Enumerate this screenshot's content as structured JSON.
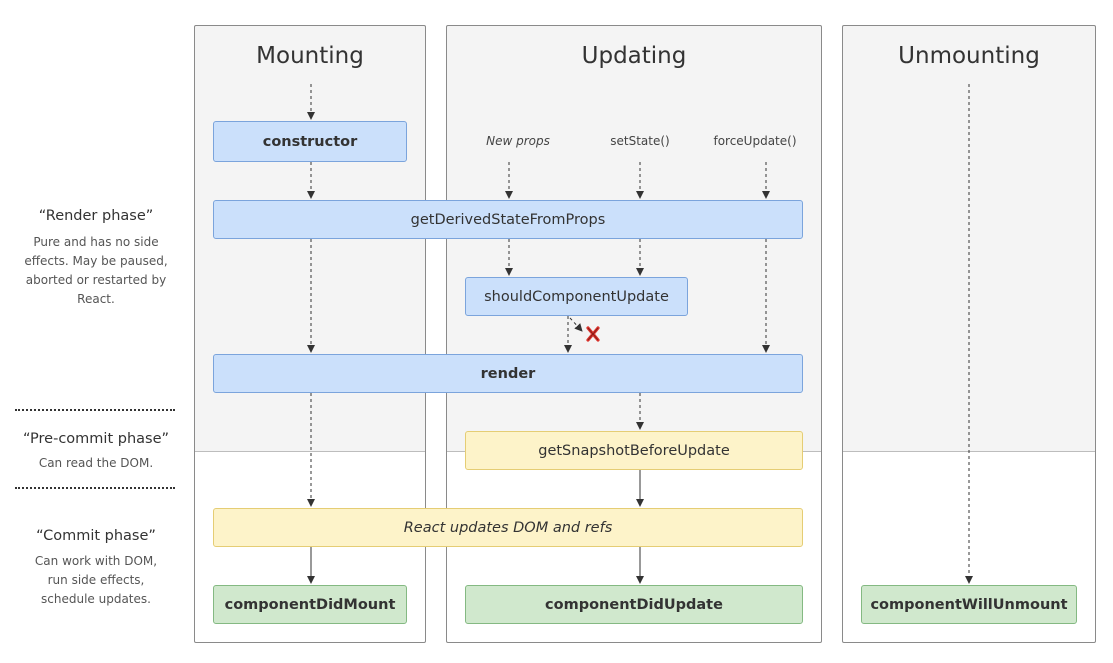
{
  "columns": {
    "mounting": "Mounting",
    "updating": "Updating",
    "unmounting": "Unmounting"
  },
  "phases": {
    "render": {
      "title": "“Render phase”",
      "lines": [
        "Pure and has no side",
        "effects. May be paused,",
        "aborted or restarted by",
        "React."
      ]
    },
    "precommit": {
      "title": "“Pre-commit phase”",
      "lines": [
        "Can read the DOM."
      ]
    },
    "commit": {
      "title": "“Commit phase”",
      "lines": [
        "Can work with DOM,",
        "run side effects,",
        "schedule updates."
      ]
    }
  },
  "triggers": {
    "new_props": "New props",
    "set_state": "setState()",
    "force_update": "forceUpdate()"
  },
  "methods": {
    "constructor": "constructor",
    "get_derived_state": "getDerivedStateFromProps",
    "should_component_update": "shouldComponentUpdate",
    "render": "render",
    "get_snapshot": "getSnapshotBeforeUpdate",
    "react_updates": "React updates DOM and refs",
    "component_did_mount": "componentDidMount",
    "component_did_update": "componentDidUpdate",
    "component_will_unmount": "componentWillUnmount"
  },
  "colors": {
    "blue_fill": "#cbe0fb",
    "yellow_fill": "#fdf3c9",
    "green_fill": "#d0e8cd",
    "cancel_mark": "#d9322b"
  },
  "icons": {
    "cancel": "red-x-icon"
  }
}
